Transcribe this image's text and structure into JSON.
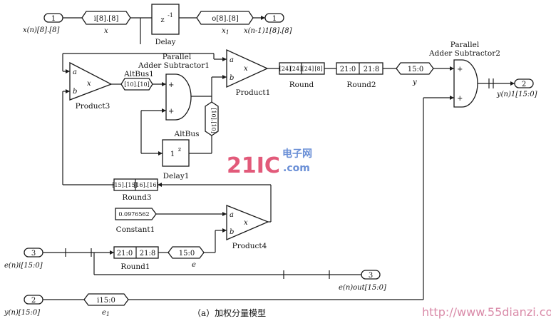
{
  "ports": {
    "in1_num": "1",
    "out1_num": "1",
    "in3_num": "3",
    "out3_num": "3",
    "in2_num": "2",
    "out2_num": "2"
  },
  "labels": {
    "xn": "x(n)[8].[8]",
    "x": "x",
    "x1": "x",
    "x1_sub": "1",
    "xn1": "x(n-1)1[8].[8]",
    "delay": "Delay",
    "delay_z": "z",
    "delay_sup": "-1",
    "delay1": "Delay1",
    "delay1_z": "1",
    "delay1_sup": "z",
    "pas1_line1": "Parallel",
    "pas1_line2": "Adder Subtractor1",
    "pas2_line1": "Parallel",
    "pas2_line2": "Adder Subtractor2",
    "altbus1": "AltBus1",
    "altbus": "AltBus",
    "product1": "Product1",
    "product3": "Product3",
    "product4": "Product4",
    "round": "Round",
    "round1": "Round1",
    "round2": "Round2",
    "round3": "Round3",
    "constant1": "Constant1",
    "y": "y",
    "yn1": "y(n)1[15:0]",
    "eni": "e(n)i[15:0]",
    "e": "e",
    "enout": "e(n)out[15:0]",
    "yn": "y(n)[15:0]",
    "e1": "e",
    "e1_sub": "1",
    "port_a": "a",
    "port_b": "b",
    "mult_x": "x",
    "plus": "+"
  },
  "blocks": {
    "in_bus_x": "i[8].[8]",
    "out_bus_x1": "o[8].[8]",
    "altbus1_val": "[10].[10]",
    "altbus_val": "[10].[10]",
    "round_left1": "[24]",
    "round_left2": "[24]",
    "round_right1": "[24]",
    "round_right2": "[8]",
    "round2_a": "21:0",
    "round2_b": "21:8",
    "y_bus": "15:0",
    "round3_a": "[15].[15]",
    "round3_b": "[16].[16]",
    "constant_val": "0.0976562",
    "round1_a": "21:0",
    "round1_b": "21:8",
    "e_bus": "15:0",
    "e1_bus": "i15:0"
  },
  "watermark": {
    "logo_main": "21IC",
    "logo_cn": "电子网",
    "logo_sub": ".com",
    "site": "http://www.55dianzi.com"
  },
  "caption": "（a）加权分量模型"
}
